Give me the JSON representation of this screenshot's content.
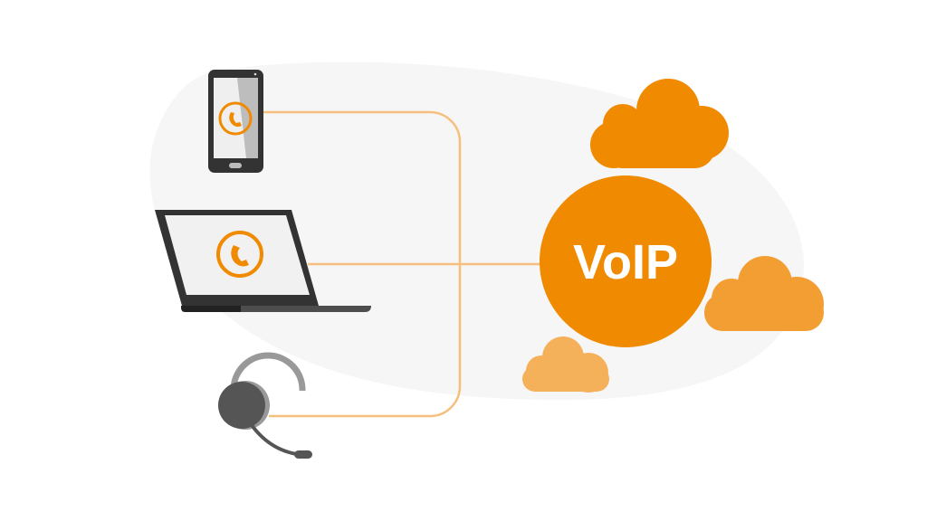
{
  "title": "VoIP",
  "colors": {
    "accent": "#F08A00",
    "cloud_mid": "#F29E33",
    "cloud_light": "#F4B15A",
    "line": "#F6BF7C",
    "device_dark": "#333333",
    "background_blob": "#F6F6F6"
  },
  "devices": [
    {
      "name": "smartphone",
      "icon": "phone-call-icon"
    },
    {
      "name": "laptop",
      "icon": "phone-call-icon"
    },
    {
      "name": "headset",
      "icon": "headset-icon"
    }
  ]
}
